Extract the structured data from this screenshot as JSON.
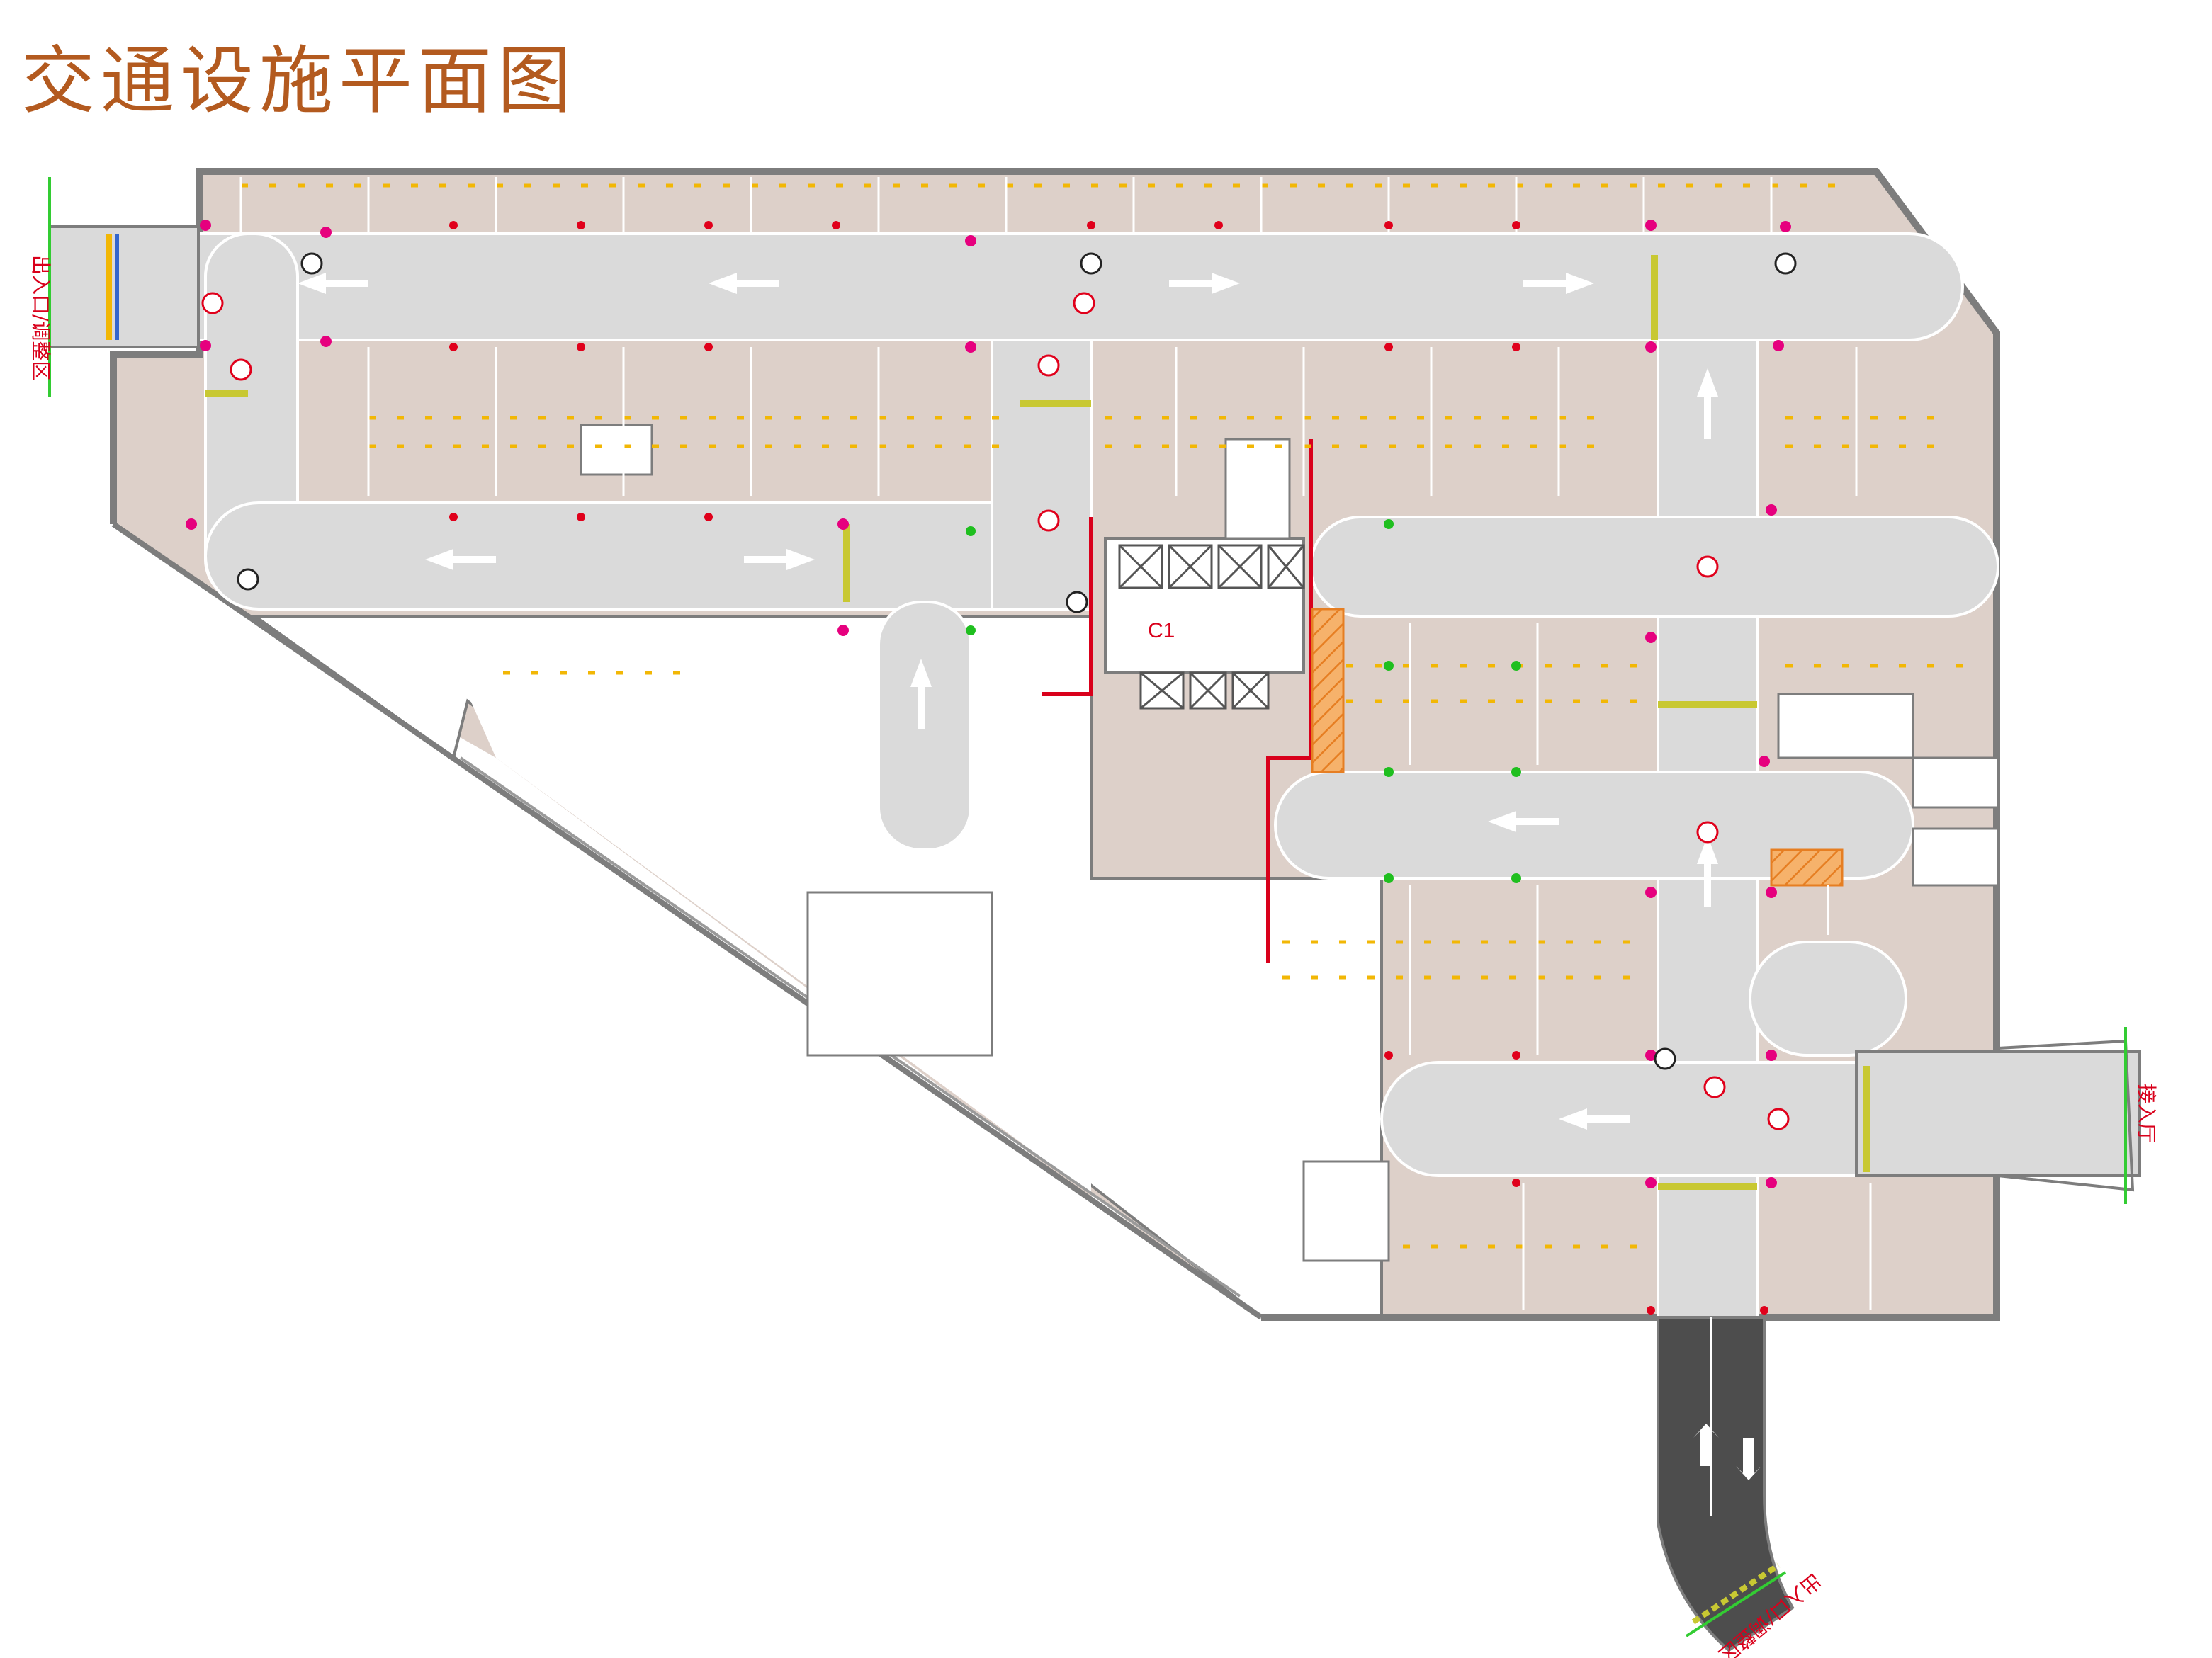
{
  "title": "交通设施平面图",
  "core_label": "C1",
  "entrance_labels": {
    "west": "出入口/调整区",
    "east": "接入厅",
    "south": "出入口/调整区"
  },
  "colors": {
    "title": "#b35a1f",
    "outline": "#7d7d7d",
    "parking_fill": "#ddd0c9",
    "driveway": "#dadada",
    "ramp": "#4d4d4d",
    "stall_mark": "#f2b705",
    "hydrant": "#e6007e",
    "emergency_light": "#e0001b",
    "green_light": "#1fbf1f",
    "fire_wall": "#d9001b",
    "hatch_zone": "#f08a1c",
    "speed_hump": "#c8c832",
    "boundary_line": "#33cc33"
  },
  "legend_icons": [
    "stall-mark-icon",
    "hydrant-icon",
    "emergency-light-icon",
    "green-light-icon",
    "direction-arrow-icon",
    "speed-limit-sign-icon",
    "no-parking-sign-icon"
  ]
}
